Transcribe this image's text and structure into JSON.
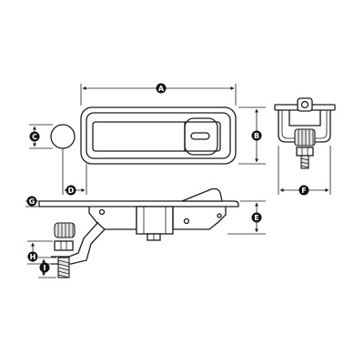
{
  "diagram": {
    "labels": {
      "A": "A",
      "B": "B",
      "C": "C",
      "D": "D",
      "E": "E",
      "F": "F",
      "G": "G",
      "H": "H",
      "I": "I"
    },
    "colors": {
      "line": "#1a1a1a",
      "badge": "#111111",
      "badge_text": "#ffffff",
      "background": "#ffffff"
    }
  }
}
